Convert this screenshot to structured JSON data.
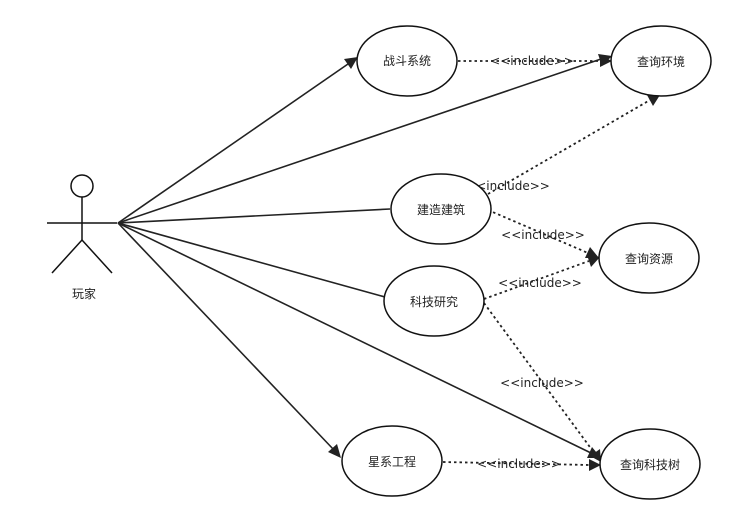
{
  "actor": {
    "label": "玩家"
  },
  "use_cases": {
    "battle": "战斗系统",
    "build": "建造建筑",
    "tech": "科技研究",
    "galaxy": "星系工程",
    "env": "查询环境",
    "res": "查询资源",
    "tree": "查询科技树"
  },
  "include_label": "<<include>>"
}
